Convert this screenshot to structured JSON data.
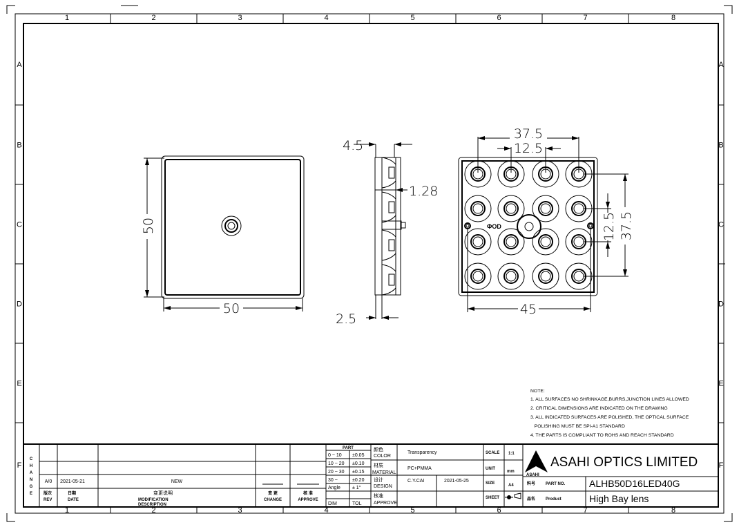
{
  "grid": {
    "columns": [
      "1",
      "2",
      "3",
      "4",
      "5",
      "6",
      "7",
      "8"
    ],
    "rows": [
      "A",
      "B",
      "C",
      "D",
      "E",
      "F"
    ]
  },
  "dimensions": {
    "front_height": "50",
    "front_width": "50",
    "side_total_thickness": "4.5",
    "side_lens_depth": "1.28",
    "side_base_thickness": "2.5",
    "top_pitch_span_horizontal": "37.5",
    "top_pitch_horizontal": "12.5",
    "top_hole_span": "45",
    "top_pitch_vertical": "12.5",
    "top_pitch_span_vertical": "37.5",
    "od_label": "ΦOD"
  },
  "notes": {
    "title": "NOTE:",
    "items": [
      "1. ALL SURFACES NO SHRINKAGE,BURRS,JUNCTION LINES ALLOWED",
      "2. CRITICAL DIMENSIONS ARE INDICATED ON THE DRAWING",
      "3. ALL INDICATED SURFACES ARE POLISHED, THE OPTICAL SURFACE",
      "   POLISHING MUST BE SPI-A1 STANDARD",
      "4. THE PARTS IS COMPLIANT TO ROHS AND REACH STANDARD"
    ]
  },
  "change_block": {
    "side_label": [
      "C",
      "H",
      "A",
      "N",
      "G",
      "E"
    ],
    "row": {
      "rev": "A/0",
      "date": "2021-05-21",
      "description": "NEW"
    },
    "headers": {
      "rev_cn": "版次",
      "rev": "REV",
      "date_cn": "日期",
      "date": "DATE",
      "desc_cn": "变更说明",
      "desc": "MODIFICATION",
      "desc2": "DESCRIPTION",
      "change_cn": "变 更",
      "change": "CHANGE",
      "approve_cn": "核 准",
      "approve": "APPROVE"
    }
  },
  "tolerance": {
    "header": "PART",
    "rows": [
      {
        "dim": "0 ~ 10",
        "tol": "±0.05"
      },
      {
        "dim": "10 ~ 20",
        "tol": "±0.10"
      },
      {
        "dim": "20 ~ 30",
        "tol": "±0.15"
      },
      {
        "dim": "30 ~",
        "tol": "±0.20"
      },
      {
        "dim": "Angle",
        "tol": "± 1°"
      }
    ],
    "footer_dim": "DIM",
    "footer_tol": "TOL"
  },
  "title_block": {
    "color_cn": "颜色",
    "color_label": "COLOR",
    "color_value": "Transparency",
    "material_cn": "材质",
    "material_label": "MATERIAL",
    "material_value": "PC+PMMA",
    "design_cn": "设计",
    "design_label": "DESIGN",
    "designer": "C.Y.CAI",
    "design_date": "2021-05-25",
    "approve_cn": "核准",
    "approve_label": "APPROVE",
    "scale_label": "SCALE",
    "scale_value": "1:1",
    "unit_label": "UNIT",
    "unit_value": "mm",
    "size_label": "SIZE",
    "size_value": "A4",
    "sheet_label": "SHEET",
    "company": "ASAHI OPTICS LIMITED",
    "logo_text": "ASAHI",
    "part_no_cn": "料号",
    "part_no_label": "PART NO.",
    "part_no": "ALHB50D16LED40G",
    "product_cn": "品名",
    "product_label": "Product",
    "product": "High Bay lens"
  }
}
